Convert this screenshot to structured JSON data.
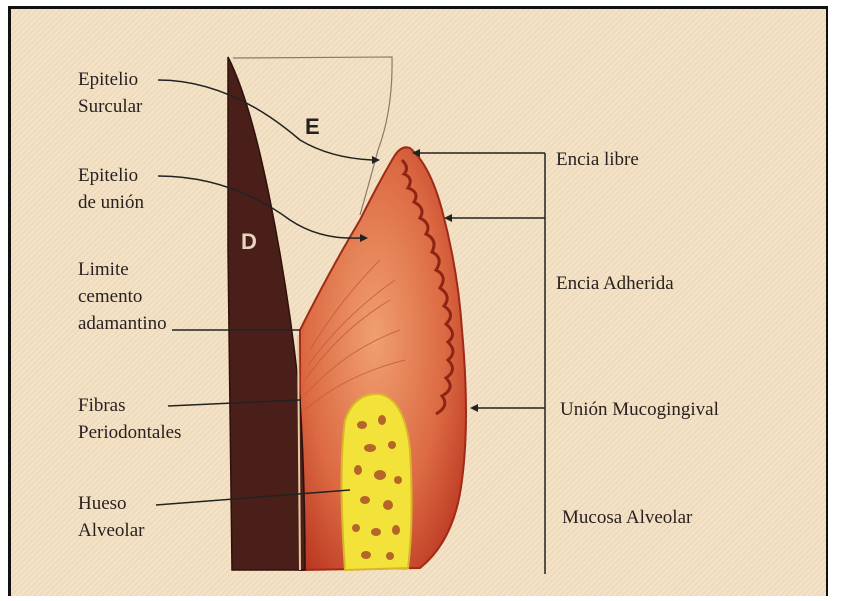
{
  "labels_left": [
    {
      "id": "epitelio-surcular",
      "lines": [
        "Epitelio",
        "Surcular"
      ]
    },
    {
      "id": "epitelio-union",
      "lines": [
        "Epitelio",
        "de unión"
      ]
    },
    {
      "id": "limite-cemento",
      "lines": [
        "Limite",
        "cemento",
        "adamantino"
      ]
    },
    {
      "id": "fibras",
      "lines": [
        "Fibras",
        "Periodontales"
      ]
    },
    {
      "id": "hueso",
      "lines": [
        "Hueso",
        "Alveolar"
      ]
    }
  ],
  "labels_right": [
    {
      "id": "encia-libre",
      "text": "Encia libre"
    },
    {
      "id": "encia-adherida",
      "text": "Encia Adherida"
    },
    {
      "id": "union-mucogingival",
      "text": "Unión Mucogingival"
    },
    {
      "id": "mucosa-alveolar",
      "text": "Mucosa Alveolar"
    }
  ],
  "region_letters": {
    "enamel": "E",
    "dentin": "D"
  },
  "colors": {
    "background": "#f3dfc0",
    "dentin": "#4a1f1a",
    "gingiva_dark": "#b8331f",
    "gingiva_light": "#e98a5a",
    "bone": "#f2e23a",
    "bone_pores": "#b5652a"
  }
}
